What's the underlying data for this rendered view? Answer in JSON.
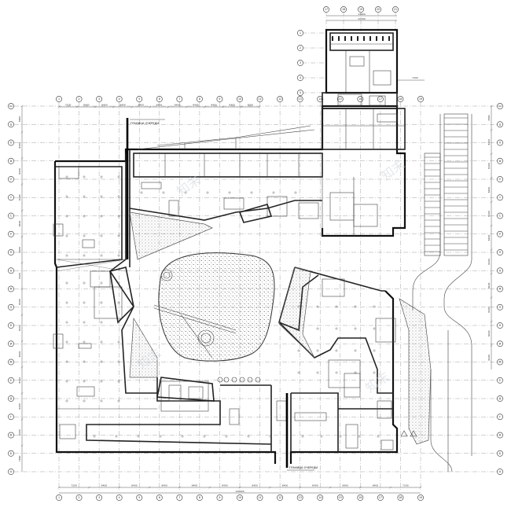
{
  "drawing": {
    "boundary_label_top": "ГРАНИЦА ОЧЕРЕДИ",
    "boundary_label_bottom": "ГРАНИЦА ОЧЕРЕДИ",
    "watermark": "知末"
  },
  "dimensions": {
    "top": [
      "7200",
      "8400",
      "8400",
      "8400",
      "8400",
      "8400",
      "8400",
      "8400",
      "8400",
      "8400",
      "9000"
    ],
    "bottom": [
      "7200",
      "8400",
      "8400",
      "8400",
      "8400",
      "8400",
      "8400",
      "8400",
      "8400",
      "8400",
      "8400",
      "7200"
    ],
    "bottom_total": "126600",
    "left": [
      "7800",
      "8400",
      "8400",
      "8400",
      "8400",
      "8400",
      "8400",
      "8400",
      "8400",
      "8400",
      "8400",
      "8400",
      "8400",
      "7800"
    ],
    "right": [
      "7800",
      "8400",
      "8400",
      "8400",
      "8400",
      "8400",
      "8400",
      "8400",
      "8400",
      "8400",
      "8400"
    ],
    "annex_top": [
      "13900",
      "22300"
    ],
    "annex_side": [
      "7200"
    ]
  },
  "axes": {
    "columns": [
      "1",
      "2",
      "3",
      "4",
      "5",
      "6",
      "7",
      "8",
      "9",
      "10",
      "11",
      "12",
      "13",
      "14",
      "15",
      "16",
      "17",
      "18",
      "19"
    ],
    "rows": [
      "А",
      "Б",
      "В",
      "Г",
      "Д",
      "Е",
      "Ж",
      "И",
      "К",
      "Л",
      "М",
      "Н",
      "П",
      "Р",
      "С",
      "Т",
      "У",
      "Ф",
      "Х",
      "Ц",
      "Ш"
    ],
    "annex_columns": [
      "17",
      "18",
      "19",
      "20",
      "21"
    ],
    "annex_rows": [
      "1",
      "2",
      "3",
      "4",
      "5"
    ]
  }
}
